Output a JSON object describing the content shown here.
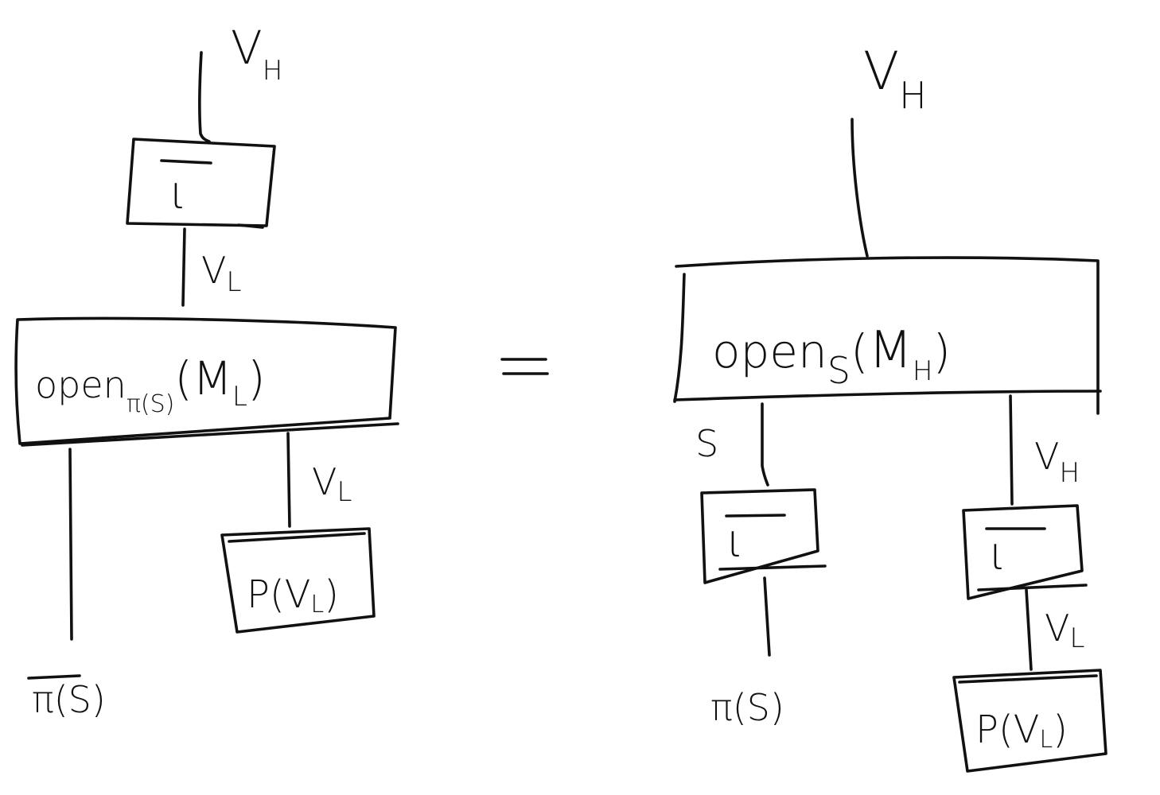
{
  "equation": {
    "equals_sign": "=",
    "left_side": {
      "top_wire_label": {
        "main": "V",
        "sub": "H"
      },
      "iota_bar_box": {
        "text": "ι"
      },
      "middle_wire_label": {
        "main": "V",
        "sub": "L"
      },
      "open_box": {
        "text": "open",
        "sub": "π(S)",
        "arg_main": "M",
        "arg_sub": "L"
      },
      "right_wire_label": {
        "main": "V",
        "sub": "L"
      },
      "prior_box": {
        "text": "P(V",
        "sub": "L",
        "close": ")"
      },
      "bottom_left_label": {
        "text": "π(S)"
      }
    },
    "right_side": {
      "top_wire_label": {
        "main": "V",
        "sub": "H"
      },
      "open_box": {
        "text": "open",
        "sub": "S",
        "arg_main": "M",
        "arg_sub": "H"
      },
      "left_wire_label": {
        "text": "S"
      },
      "left_iota_bar_box": {
        "text": "ι"
      },
      "bottom_left_label": {
        "text": "π(S)"
      },
      "right_wire_label": {
        "main": "V",
        "sub": "H"
      },
      "right_iota_bar_box": {
        "text": "ι"
      },
      "lower_wire_label": {
        "main": "V",
        "sub": "L"
      },
      "prior_box": {
        "text": "P(V",
        "sub": "L",
        "close": ")"
      }
    }
  }
}
